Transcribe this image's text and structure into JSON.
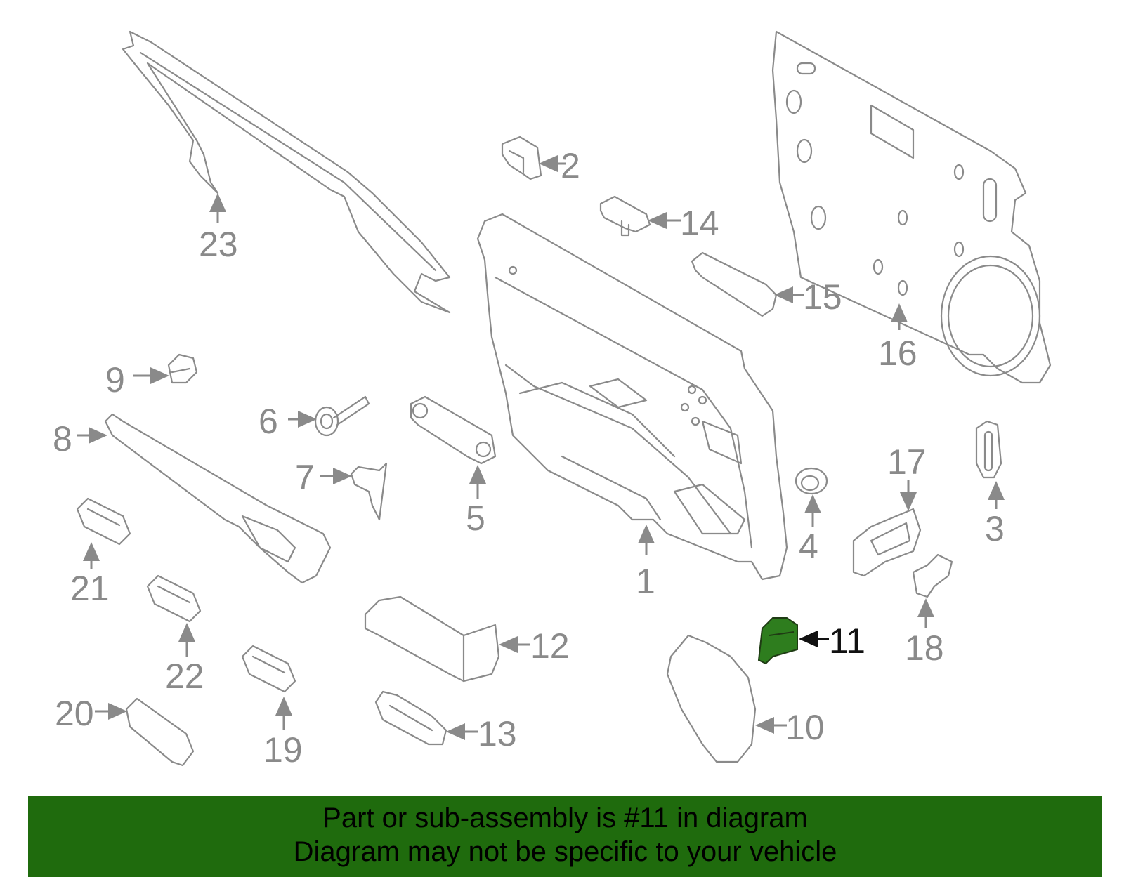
{
  "diagram": {
    "highlighted_part": "11",
    "highlight_color": "#2e7d1e",
    "line_color": "#8a8a8a",
    "callouts": [
      "1",
      "2",
      "3",
      "4",
      "5",
      "6",
      "7",
      "8",
      "9",
      "10",
      "11",
      "12",
      "13",
      "14",
      "15",
      "16",
      "17",
      "18",
      "19",
      "20",
      "21",
      "22",
      "23"
    ]
  },
  "banner": {
    "background_color": "#1f6b0d",
    "line1": "Part or sub-assembly is #11 in diagram",
    "line2": "Diagram may not be specific to your vehicle"
  }
}
